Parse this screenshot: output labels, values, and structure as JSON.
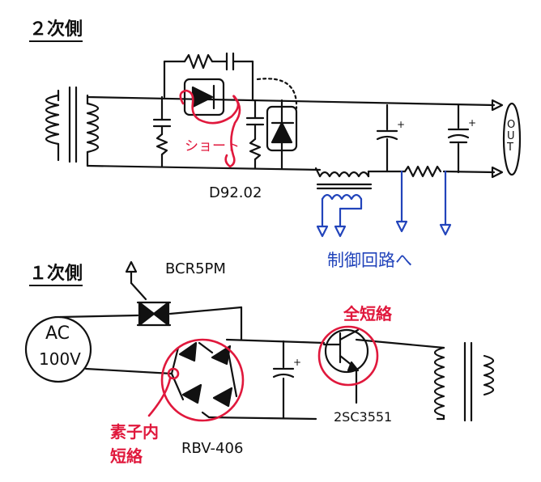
{
  "secondary": {
    "heading": "２次側",
    "short_label": "ショート",
    "diode_label": "D92.02",
    "out_label": "OUT",
    "control_label": "制御回路へ"
  },
  "primary": {
    "heading": "１次側",
    "triac_label": "BCR5PM",
    "source_top": "AC",
    "source_bottom": "100V",
    "bridge_label": "RBV-406",
    "transistor_label": "2SC3551",
    "full_short": "全短絡",
    "element_short_1": "素子内",
    "element_short_2": "短絡"
  },
  "colors": {
    "ink": "#111111",
    "blue": "#2244bb",
    "red": "#e0183c"
  }
}
